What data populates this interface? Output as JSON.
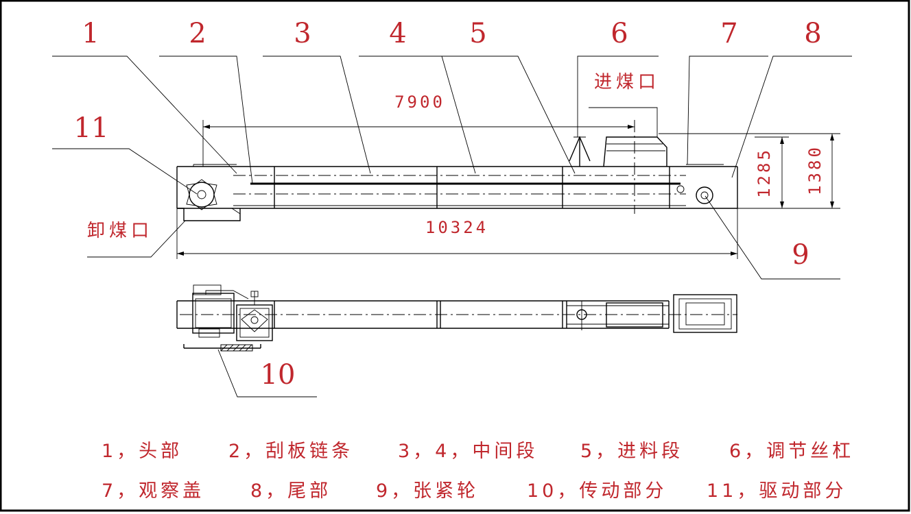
{
  "callouts": [
    "1",
    "2",
    "3",
    "4",
    "5",
    "6",
    "7",
    "8",
    "9",
    "10",
    "11"
  ],
  "dimensions": {
    "span_inlet": "7900",
    "total_length": "10324",
    "height_a": "1285",
    "height_b": "1380"
  },
  "labels": {
    "inlet": "进煤口",
    "outlet": "卸煤口"
  },
  "legend": {
    "row1": [
      "1，头部",
      "2，刮板链条",
      "3，4，中间段",
      "5，进料段",
      "6，调节丝杠"
    ],
    "row2": [
      "7，观察盖",
      "8，尾部",
      "9，张紧轮",
      "10，传动部分",
      "11，驱动部分"
    ]
  },
  "colors": {
    "annotation": "#c0272d",
    "linework": "#000000",
    "frame": "#000000"
  }
}
